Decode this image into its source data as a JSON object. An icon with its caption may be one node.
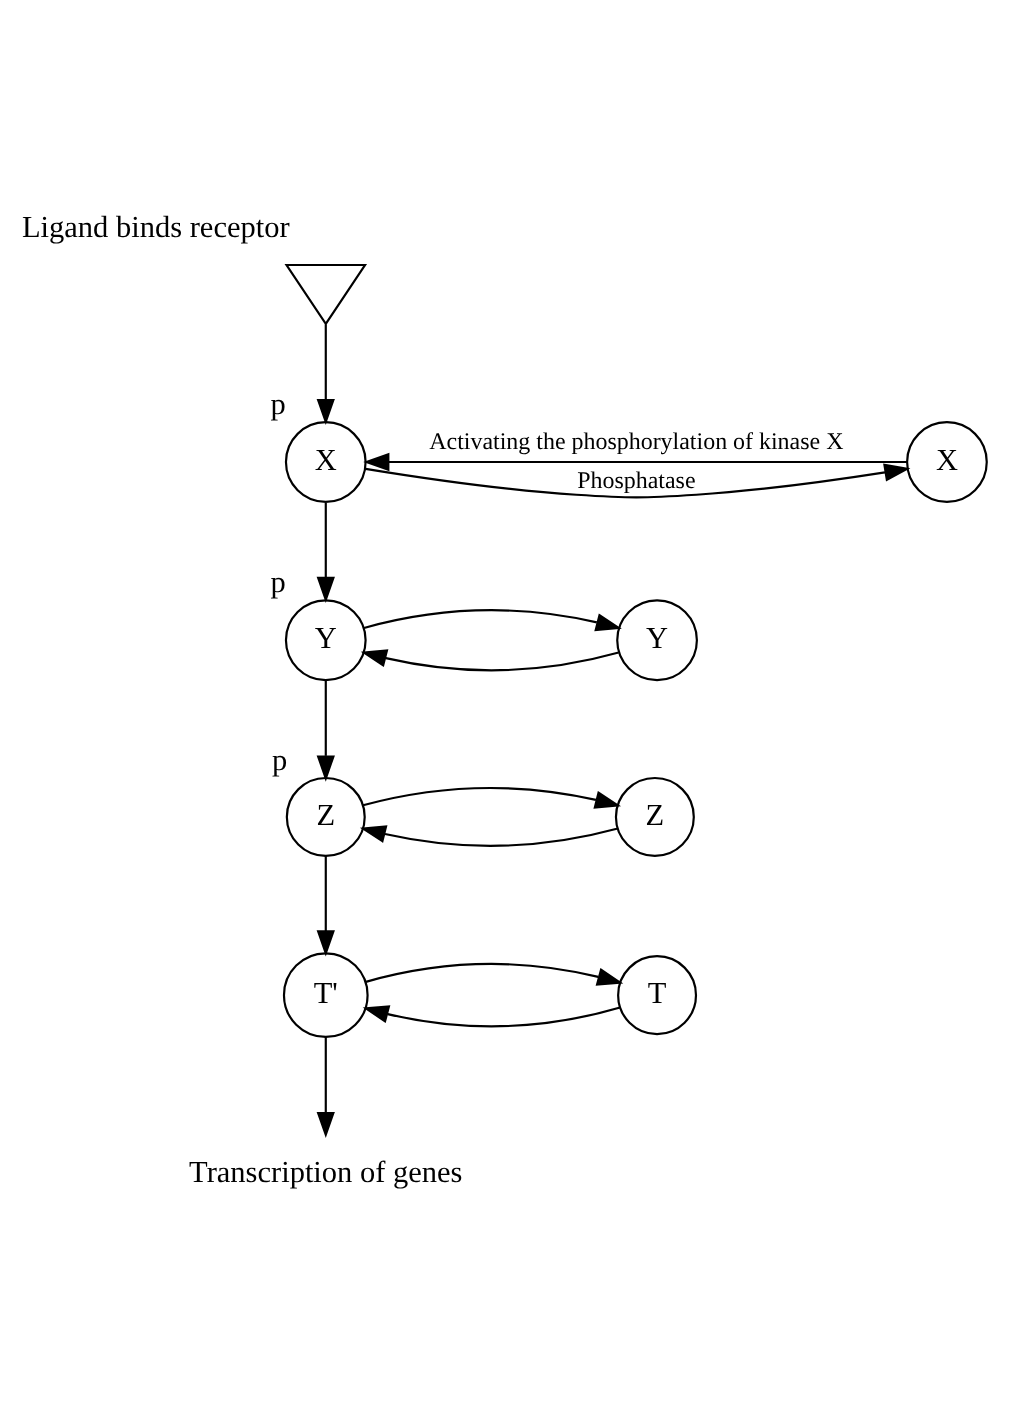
{
  "diagram": {
    "nodes": [
      {
        "text": [],
        "shape": "receptor",
        "beside": [
          "Ligand binds receptor"
        ]
      },
      {
        "text": [
          "X"
        ]
      },
      {
        "text": [
          "X"
        ],
        "beside": [
          "p"
        ]
      },
      {
        "text": [
          "Y"
        ]
      },
      {
        "text": [
          "Y"
        ],
        "beside": [
          "p"
        ]
      },
      {
        "text": [
          "Z"
        ]
      },
      {
        "text": [
          "Z"
        ],
        "beside": [
          "p"
        ]
      },
      {
        "text": [
          "T"
        ]
      },
      {
        "text": [
          "T'"
        ]
      },
      {
        "text": [
          "Transcription of genes"
        ]
      }
    ],
    "edges": [
      {
        "from": 1,
        "to": 2,
        "arrow": "to",
        "label": "Activating the phosphorylation of kinase X"
      },
      {
        "from": 2,
        "to": 1,
        "arrow": "to",
        "label": "Phosphatase"
      },
      {
        "from": 0,
        "to": 2,
        "arrow": "to"
      },
      {
        "from": 3,
        "to": 4,
        "arrow": "to"
      },
      {
        "from": 4,
        "to": 3,
        "arrow": "to"
      },
      {
        "from": 2,
        "to": 4,
        "arrow": "to"
      },
      {
        "from": 5,
        "to": 6,
        "arrow": "to"
      },
      {
        "from": 6,
        "to": 5,
        "arrow": "to"
      },
      {
        "from": 4,
        "to": 6,
        "arrow": "to"
      },
      {
        "from": 7,
        "to": 8,
        "arrow": "to"
      },
      {
        "from": 8,
        "to": 7,
        "arrow": "to"
      },
      {
        "from": 6,
        "to": 8,
        "arrow": "to"
      },
      {
        "from": 8,
        "to": 9,
        "arrow": "to"
      }
    ]
  }
}
